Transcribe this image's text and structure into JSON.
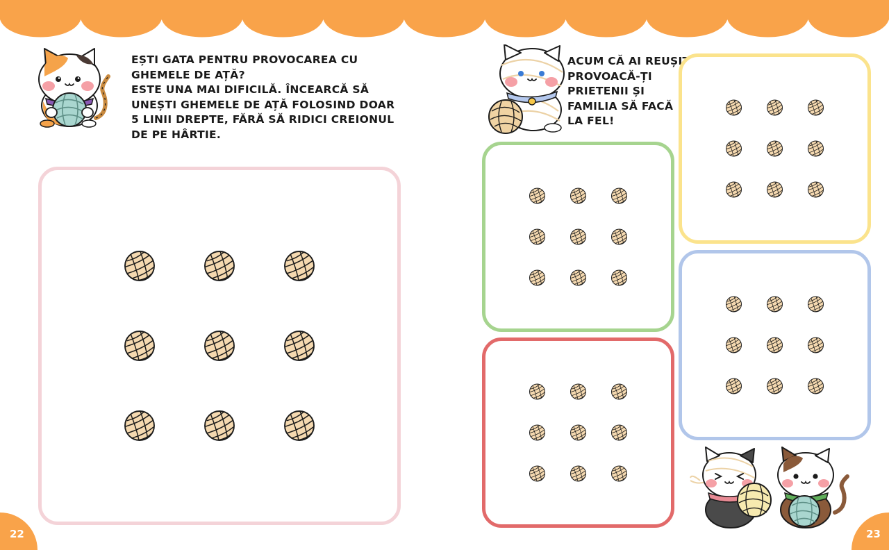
{
  "colors": {
    "header_scallop": "#f9a34a",
    "yarn_fill": "#f5d9b0",
    "yarn_stroke": "#1b1b1b",
    "page_number_bg": "#f9a34a",
    "page_number_text": "#ffffff"
  },
  "left_page": {
    "instruction_lines": [
      "EȘTI GATA PENTRU PROVOCAREA CU",
      "GHEMELE DE AȚĂ?",
      "ESTE UNA MAI DIFICILĂ. ÎNCEARCĂ SĂ",
      "UNEȘTI GHEMELE DE AȚĂ FOLOSIND DOAR",
      "5 LINII DREPTE, FĂRĂ SĂ RIDICI CREIONUL",
      "DE PE HÂRTIE."
    ],
    "page_number": "22",
    "board": {
      "border_color": "#f4d3d8",
      "rows": 3,
      "cols": 3
    }
  },
  "right_page": {
    "instruction_lines": [
      "ACUM CĂ AI REUȘIT,",
      "PROVOACĂ-ȚI",
      "PRIETENII ȘI",
      "FAMILIA SĂ FACĂ",
      "LA FEL!"
    ],
    "page_number": "23",
    "boards": [
      {
        "name": "green",
        "border_color": "#a6d48f",
        "rows": 3,
        "cols": 3
      },
      {
        "name": "red",
        "border_color": "#e26a6a",
        "rows": 3,
        "cols": 3
      },
      {
        "name": "yellow",
        "border_color": "#fbe38c",
        "rows": 3,
        "cols": 3
      },
      {
        "name": "blue",
        "border_color": "#b1c6ea",
        "rows": 3,
        "cols": 3
      }
    ]
  },
  "illustrations": {
    "cat_top_left": "calico-cat-with-yarn-icon",
    "cat_top_right": "white-cat-tangled-in-yarn-icon",
    "cats_bottom_right": "two-cats-with-yarn-icon"
  }
}
